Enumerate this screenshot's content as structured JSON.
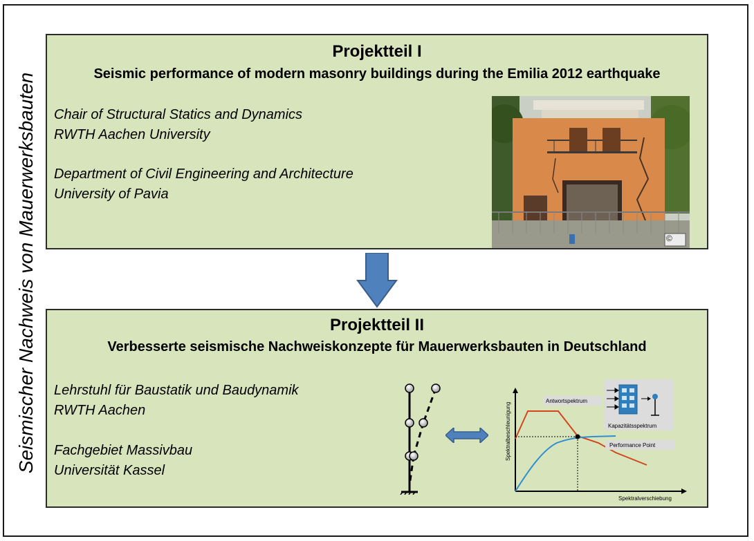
{
  "side_title": "Seismischer Nachweis von Mauerwerksbauten",
  "part1": {
    "title": "Projektteil I",
    "subtitle": "Seismic performance of modern masonry buildings during the Emilia 2012 earthquake",
    "affiliation_1": [
      "Chair of Structural Statics and Dynamics",
      "RWTH Aachen University"
    ],
    "affiliation_2": [
      "Department of Civil Engineering and Architecture",
      "University of Pavia"
    ],
    "photo_copyright": "©"
  },
  "part2": {
    "title": "Projektteil II",
    "subtitle": "Verbesserte seismische Nachweiskonzepte für Mauerwerksbauten in Deutschland",
    "affiliation_1": [
      "Lehrstuhl für Baustatik und Baudynamik",
      "RWTH Aachen"
    ],
    "affiliation_2": [
      "Fachgebiet Massivbau",
      "Universität Kassel"
    ]
  },
  "diagram": {
    "y_axis_label": "Spektralbeschleunigung",
    "x_axis_label": "Spektralverschiebung",
    "demand_label": "Antwortspektrum",
    "capacity_label": "Kapazitätsspektrum",
    "performance_label": "Performance Point"
  },
  "colors": {
    "panel_fill": "#d8e4bc",
    "arrow_fill": "#4f81bd",
    "demand_curve": "#d0471b",
    "capacity_curve": "#2f8ed0"
  }
}
